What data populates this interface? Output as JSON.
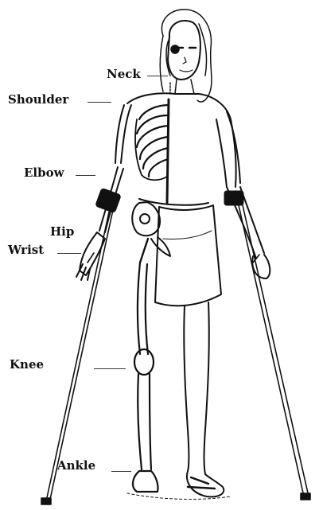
{
  "labels": {
    "neck": "Neck",
    "shoulder": "Shoulder",
    "elbow": "Elbow",
    "hip": "Hip",
    "wrist": "Wrist",
    "knee": "Knee",
    "ankle": "Ankle"
  },
  "colors": {
    "ink": "#111111",
    "paper": "#ffffff"
  }
}
